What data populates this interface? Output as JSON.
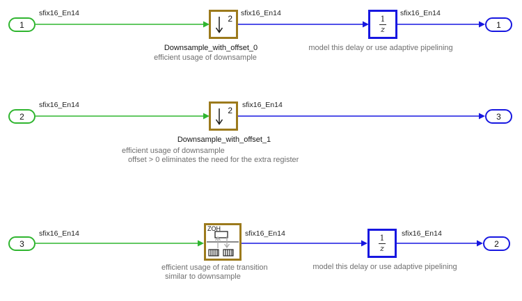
{
  "colors": {
    "wire_green": "#2FB52F",
    "wire_blue": "#1717E0",
    "block_brown": "#9C7A1C",
    "block_blue": "#1717E0",
    "annotation_gray": "#6F6F6F"
  },
  "rows": [
    {
      "inport": "1",
      "outport": "1",
      "labels": [
        "sfix16_En14",
        "sfix16_En14",
        "sfix16_En14"
      ],
      "downsample_name": "Downsample_with_offset_0",
      "downsample_factor": "2",
      "delay_num": "1",
      "delay_den": "z",
      "captions": [
        "efficient usage of downsample",
        "model this delay or use adaptive pipelining"
      ]
    },
    {
      "inport": "2",
      "outport": "3",
      "labels": [
        "sfix16_En14",
        "sfix16_En14"
      ],
      "downsample_name": "Downsample_with_offset_1",
      "downsample_factor": "2",
      "captions": [
        "efficient usage of downsample",
        "offset > 0 eliminates the need for the extra register"
      ]
    },
    {
      "inport": "3",
      "outport": "2",
      "labels": [
        "sfix16_En14",
        "sfix16_En14",
        "sfix16_En14"
      ],
      "zoh_label": "ZOH",
      "delay_num": "1",
      "delay_den": "z",
      "captions": [
        "efficient usage of rate transition",
        "similar to downsample",
        "model this delay or use adaptive pipelining"
      ]
    }
  ]
}
